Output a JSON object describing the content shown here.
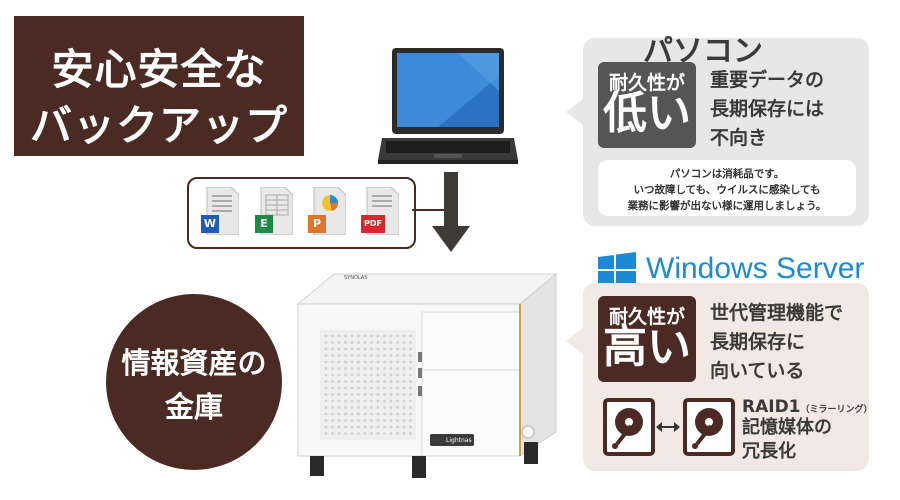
{
  "title": {
    "line1": "安心安全な",
    "line2": "バックアップ"
  },
  "files": [
    {
      "icon": "word-document-icon",
      "label": "W",
      "color": "#1e5bb8"
    },
    {
      "icon": "excel-document-icon",
      "label": "E",
      "color": "#1f8a45"
    },
    {
      "icon": "powerpoint-document-icon",
      "label": "P",
      "color": "#e0742a"
    },
    {
      "icon": "pdf-document-icon",
      "label": "PDF",
      "color": "#d9262e"
    }
  ],
  "pc": {
    "heading": "パソコン",
    "badge_top": "耐久性が",
    "badge_big": "低い",
    "desc": [
      "重要データの",
      "長期保存には",
      "不向き"
    ],
    "note": [
      "パソコンは消耗品です。",
      "いつ故障しても、ウイルスに感染しても",
      "業務に影響が出ない様に運用しましょう。"
    ]
  },
  "server": {
    "brand": "Windows Server",
    "badge_top": "耐久性が",
    "badge_big": "高い",
    "desc": [
      "世代管理機能で",
      "長期保存に",
      "向いている"
    ],
    "raid_title": "RAID1",
    "raid_sub": "（ミラーリング）",
    "raid_desc": [
      "記憶媒体の",
      "冗長化"
    ]
  },
  "vault": {
    "line1": "情報資産の",
    "line2": "金庫"
  },
  "product": {
    "front_label": "Lightnas",
    "top_label": "SYNOLAS"
  },
  "colors": {
    "brown": "#4a2a22",
    "gray_panel": "#e7e7e7",
    "pink_panel": "#f3e9e4",
    "windows_blue": "#1b8bd6"
  }
}
